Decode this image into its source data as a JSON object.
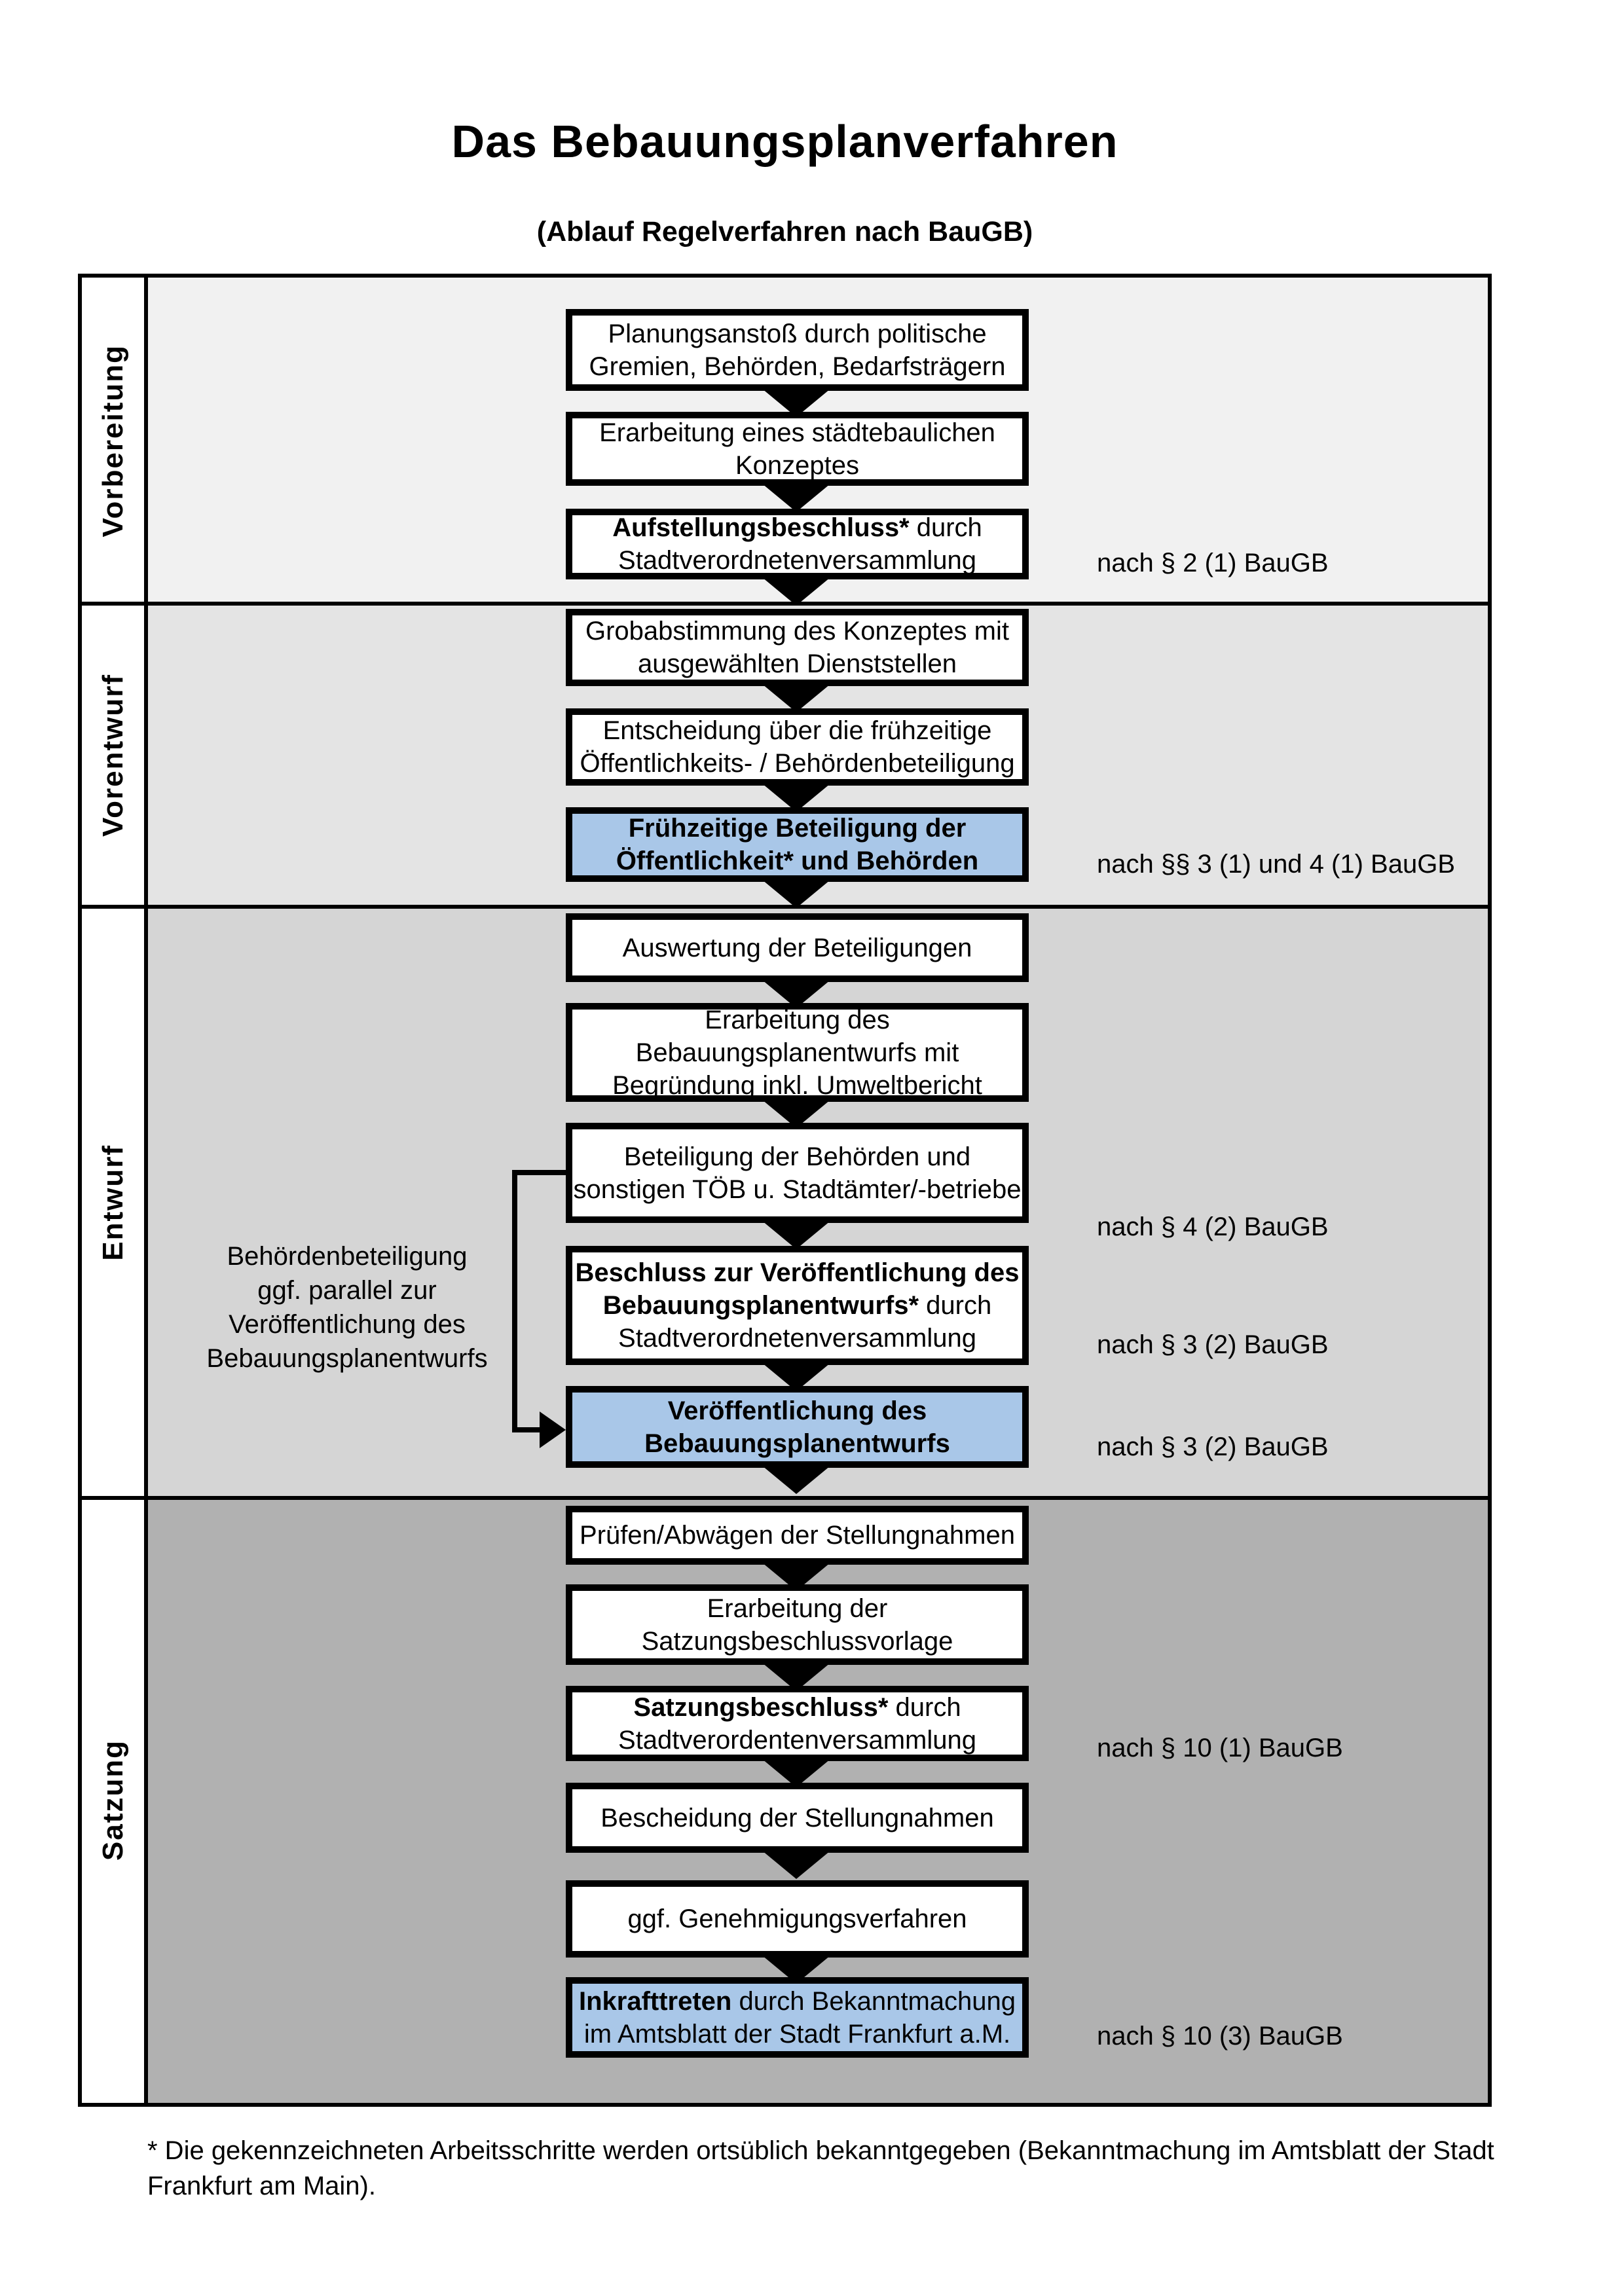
{
  "title": "Das Bebauungsplanverfahren",
  "subtitle": "(Ablauf Regelverfahren nach BauGB)",
  "colors": {
    "highlight_blue": "#a9c7e8",
    "phase_vorbereitung_bg": "#f1f1f1",
    "phase_vorentwurf_bg": "#e4e4e4",
    "phase_entwurf_bg": "#d5d5d5",
    "phase_satzung_bg": "#b1b1b1",
    "line_black": "#000000"
  },
  "phases": [
    {
      "label": "Vorbereitung"
    },
    {
      "label": "Vorentwurf"
    },
    {
      "label": "Entwurf"
    },
    {
      "label": "Satzung"
    }
  ],
  "steps": [
    {
      "phase": "Vorbereitung",
      "highlighted": false,
      "lines": [
        {
          "b": "",
          "r": "Planungsanstoß durch politische"
        },
        {
          "b": "",
          "r": "Gremien, Behörden, Bedarfsträgern"
        }
      ],
      "reference": ""
    },
    {
      "phase": "Vorbereitung",
      "highlighted": false,
      "lines": [
        {
          "b": "",
          "r": "Erarbeitung eines städtebaulichen"
        },
        {
          "b": "",
          "r": "Konzeptes"
        }
      ],
      "reference": ""
    },
    {
      "phase": "Vorbereitung",
      "highlighted": false,
      "lines": [
        {
          "b": "Aufstellungsbeschluss*",
          "r": " durch"
        },
        {
          "b": "",
          "r": "Stadtverordnetenversammlung"
        }
      ],
      "reference": "nach § 2 (1) BauGB"
    },
    {
      "phase": "Vorentwurf",
      "highlighted": false,
      "lines": [
        {
          "b": "",
          "r": "Grobabstimmung des Konzeptes mit"
        },
        {
          "b": "",
          "r": "ausgewählten Dienststellen"
        }
      ],
      "reference": ""
    },
    {
      "phase": "Vorentwurf",
      "highlighted": false,
      "lines": [
        {
          "b": "",
          "r": "Entscheidung über die frühzeitige"
        },
        {
          "b": "",
          "r": "Öffentlichkeits- / Behördenbeteiligung"
        }
      ],
      "reference": ""
    },
    {
      "phase": "Vorentwurf",
      "highlighted": true,
      "lines": [
        {
          "b": "Frühzeitige Beteiligung der",
          "r": ""
        },
        {
          "b": "Öffentlichkeit* und Behörden",
          "r": ""
        }
      ],
      "reference": "nach §§ 3 (1) und 4 (1) BauGB"
    },
    {
      "phase": "Entwurf",
      "highlighted": false,
      "lines": [
        {
          "b": "",
          "r": "Auswertung der Beteiligungen"
        }
      ],
      "reference": ""
    },
    {
      "phase": "Entwurf",
      "highlighted": false,
      "lines": [
        {
          "b": "",
          "r": "Erarbeitung des"
        },
        {
          "b": "",
          "r": "Bebauungsplanentwurfs mit"
        },
        {
          "b": "",
          "r": "Begründung inkl. Umweltbericht"
        }
      ],
      "reference": ""
    },
    {
      "phase": "Entwurf",
      "highlighted": false,
      "lines": [
        {
          "b": "",
          "r": "Beteiligung der Behörden und"
        },
        {
          "b": "",
          "r": "sonstigen TÖB u. Stadtämter/-betriebe"
        }
      ],
      "reference": "nach § 4 (2) BauGB"
    },
    {
      "phase": "Entwurf",
      "highlighted": false,
      "lines": [
        {
          "b": "Beschluss zur Veröffentlichung des",
          "r": ""
        },
        {
          "b": "Bebauungsplanentwurfs*",
          "r": " durch"
        },
        {
          "b": "",
          "r": "Stadtverordnetenversammlung"
        }
      ],
      "reference": "nach § 3 (2) BauGB"
    },
    {
      "phase": "Entwurf",
      "highlighted": true,
      "lines": [
        {
          "b": "Veröffentlichung des",
          "r": ""
        },
        {
          "b": "Bebauungsplanentwurfs",
          "r": ""
        }
      ],
      "reference": "nach § 3 (2) BauGB"
    },
    {
      "phase": "Satzung",
      "highlighted": false,
      "lines": [
        {
          "b": "",
          "r": "Prüfen/Abwägen der Stellungnahmen"
        }
      ],
      "reference": ""
    },
    {
      "phase": "Satzung",
      "highlighted": false,
      "lines": [
        {
          "b": "",
          "r": "Erarbeitung der"
        },
        {
          "b": "",
          "r": "Satzungsbeschlussvorlage"
        }
      ],
      "reference": ""
    },
    {
      "phase": "Satzung",
      "highlighted": false,
      "lines": [
        {
          "b": "Satzungsbeschluss*",
          "r": " durch"
        },
        {
          "b": "",
          "r": "Stadtverordentenversammlung"
        }
      ],
      "reference": "nach § 10 (1) BauGB"
    },
    {
      "phase": "Satzung",
      "highlighted": false,
      "lines": [
        {
          "b": "",
          "r": "Bescheidung der Stellungnahmen"
        }
      ],
      "reference": ""
    },
    {
      "phase": "Satzung",
      "highlighted": false,
      "lines": [
        {
          "b": "",
          "r": "ggf. Genehmigungsverfahren"
        }
      ],
      "reference": ""
    },
    {
      "phase": "Satzung",
      "highlighted": true,
      "lines": [
        {
          "b": "Inkrafttreten",
          "r": " durch Bekanntmachung"
        },
        {
          "b": "",
          "r": "im Amtsblatt der Stadt Frankfurt a.M."
        }
      ],
      "reference": "nach § 10 (3) BauGB"
    }
  ],
  "annotation": "Behördenbeteiligung\nggf. parallel zur\nVeröffentlichung des\nBebauungsplanentwurfs",
  "footnote": "* Die gekennzeichneten Arbeitsschritte werden ortsüblich bekanntgegeben (Bekanntmachung im Amtsblatt  der Stadt\nFrankfurt am Main)."
}
